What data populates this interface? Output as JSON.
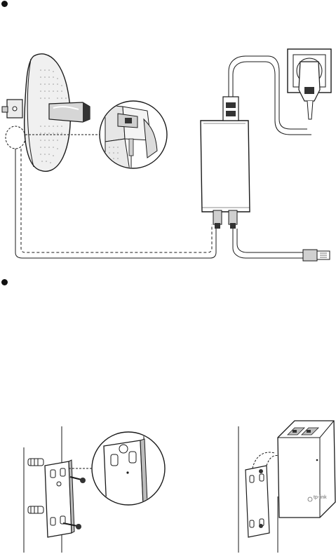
{
  "sections": [
    {
      "id": "connect",
      "bullet": true
    },
    {
      "id": "mount",
      "bullet": true
    }
  ],
  "labels": {
    "brand_mark": "tp-link"
  },
  "colors": {
    "line": "#1a1a1a",
    "fill_light": "#e8e8e8",
    "fill_mid": "#bdbdbd",
    "fill_dark": "#333333",
    "background": "#ffffff"
  },
  "icons": [
    "antenna-dish-icon",
    "poe-injector-icon",
    "power-outlet-icon",
    "power-plug-icon",
    "ethernet-connector-icon",
    "grounding-screw-detail-icon",
    "mounting-plate-icon",
    "wall-anchor-icon",
    "screw-icon",
    "plate-detail-zoom-icon",
    "wall-mounted-injector-icon"
  ]
}
